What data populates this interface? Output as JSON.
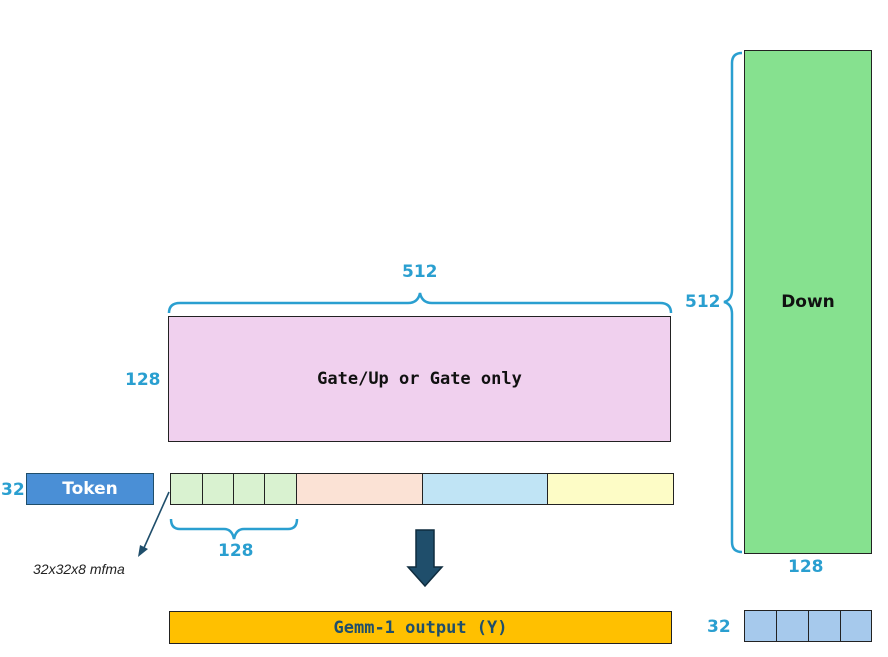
{
  "labels": {
    "gate_width": "512",
    "gate_height": "128",
    "token_rows": "32",
    "tile_width": "128",
    "mfma_note": "32x32x8 mfma",
    "down_height": "512",
    "down_width": "128",
    "output_rows": "32"
  },
  "blocks": {
    "gate": "Gate/Up or Gate only",
    "token": "Token",
    "down": "Down",
    "output": "Gemm-1 output (Y)"
  },
  "colors": {
    "gate": "#f0d0ee",
    "token": "#4a8fd6",
    "down": "#86e18f",
    "output": "#ffc000",
    "tile_green": "#d9f2d0",
    "seg_peach": "#fbe2d5",
    "seg_blue": "#c0e4f5",
    "seg_yellow": "#fdfcc6",
    "out_cells": "#a6c9ec",
    "label_blue": "#2a9fd0",
    "arrow": "#1f4e6b"
  }
}
